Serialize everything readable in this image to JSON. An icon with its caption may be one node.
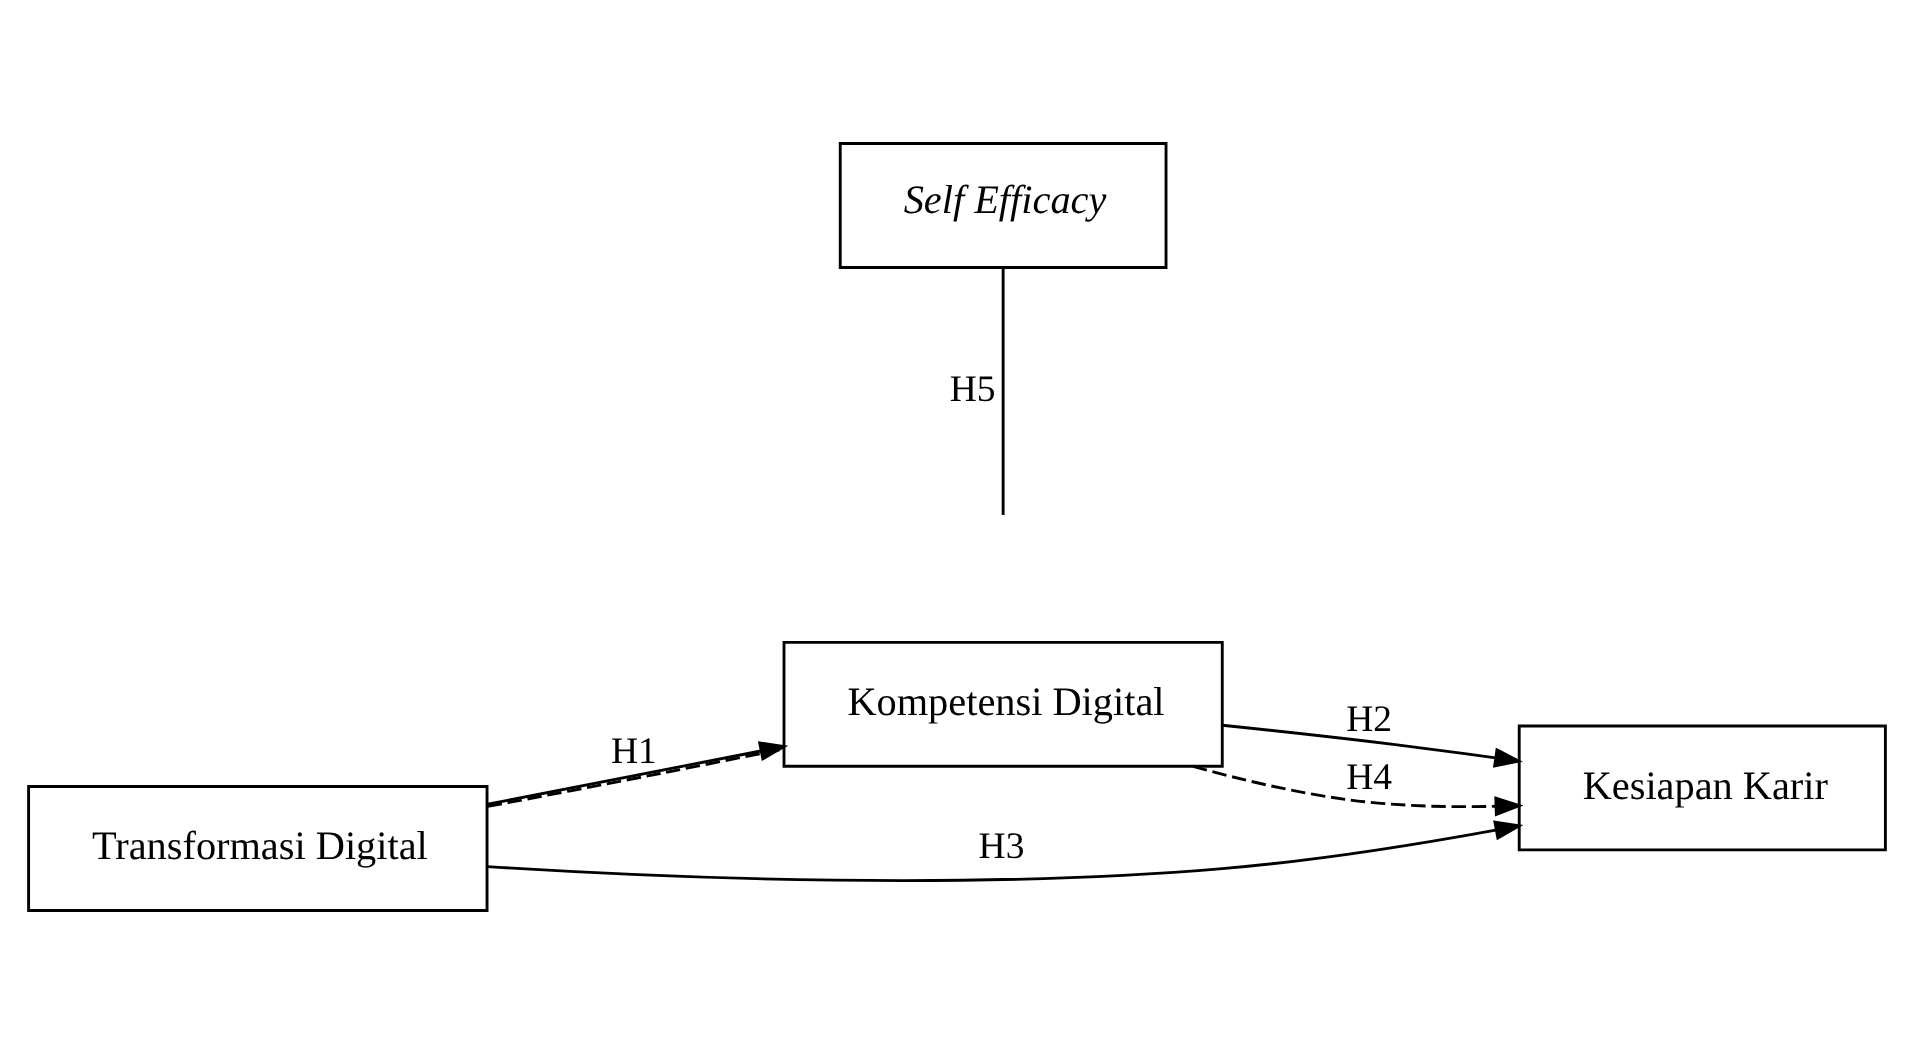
{
  "diagram": {
    "nodes": [
      {
        "text": [
          "Transformasi Digital"
        ]
      },
      {
        "text": [
          "Kompetensi Digital"
        ]
      },
      {
        "text": [
          "Kesiapan Karir"
        ]
      },
      {
        "text": [
          "Self Efficacy"
        ]
      }
    ],
    "edges": [
      {
        "from": 0,
        "to": 1,
        "arrow": "to",
        "label": "H1"
      },
      {
        "from": 1,
        "to": 2,
        "arrow": "to",
        "label": "H2"
      },
      {
        "from": 0,
        "to": 1,
        "arrow": "none",
        "style": "dashed"
      },
      {
        "from": 1,
        "to": 2,
        "arrow": "to",
        "style": "dashed",
        "label": "H4"
      },
      {
        "from": 0,
        "to": 2,
        "arrow": "to",
        "label": "H3"
      },
      {
        "from": 3,
        "to": null,
        "arrow": "none",
        "label": "H5"
      }
    ]
  }
}
